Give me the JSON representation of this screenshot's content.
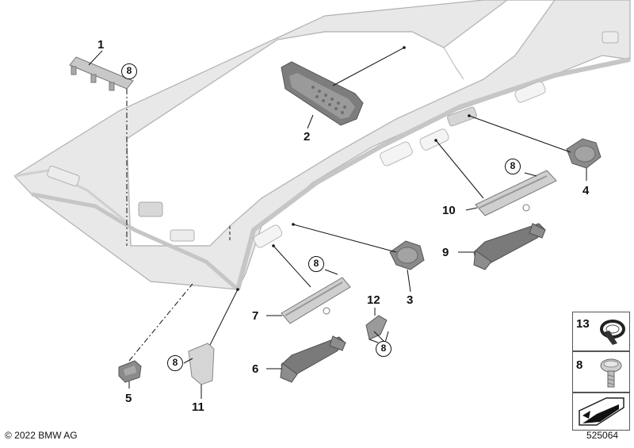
{
  "callouts": [
    {
      "id": "1",
      "label": "1"
    },
    {
      "id": "2",
      "label": "2"
    },
    {
      "id": "3",
      "label": "3"
    },
    {
      "id": "4",
      "label": "4"
    },
    {
      "id": "5",
      "label": "5"
    },
    {
      "id": "6",
      "label": "6"
    },
    {
      "id": "7",
      "label": "7"
    },
    {
      "id": "9",
      "label": "9"
    },
    {
      "id": "10",
      "label": "10"
    },
    {
      "id": "11",
      "label": "11"
    },
    {
      "id": "12",
      "label": "12"
    }
  ],
  "screw_callout_label": "8",
  "legend": [
    {
      "label": "13",
      "icon": "tape-roll-icon"
    },
    {
      "label": "8",
      "icon": "screw-icon"
    },
    {
      "label": "",
      "icon": "headliner-arrow-icon"
    }
  ],
  "footer": {
    "copyright": "© 2022 BMW AG",
    "diagram_number": "525064"
  },
  "colors": {
    "headliner": "#e6e6e6",
    "headliner_edge": "#b5b5b5",
    "part_dark": "#7a7a7a",
    "part_mid": "#9a9a9a",
    "line": "#111111"
  }
}
